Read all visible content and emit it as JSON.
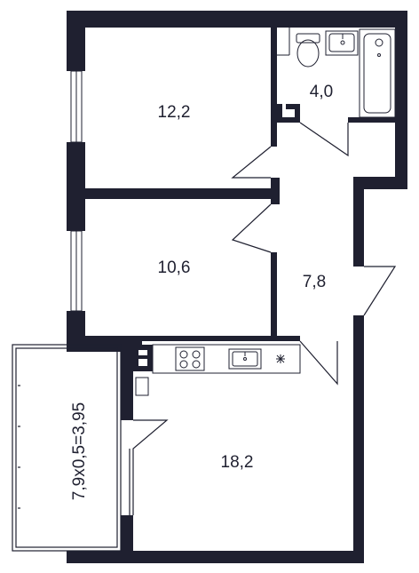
{
  "colors": {
    "wall": "#1f2030",
    "background": "#ffffff",
    "line": "#1f2030"
  },
  "rooms": {
    "bedroom_top": "12,2",
    "bedroom_middle": "10,6",
    "bathroom": "4,0",
    "hallway": "7,8",
    "kitchen_living": "18,2",
    "balcony": "7,9x0,5=3,95"
  },
  "fixtures": {
    "toilet": "toilet-icon",
    "bath_sink": "sink-icon",
    "bathtub": "bathtub-icon",
    "stove": "stove-icon",
    "kitchen_sink": "kitchen-sink-icon",
    "ventilation": "vent-star-icon"
  }
}
